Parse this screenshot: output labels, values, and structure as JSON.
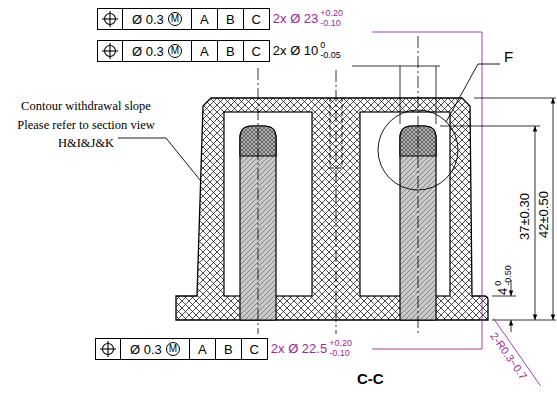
{
  "diagram": {
    "caption": "C-C",
    "nodes": [
      {
        "text": [
          "Ø 0.3",
          "M",
          "A",
          "B",
          "C"
        ]
      },
      {
        "text": [
          "Ø 0.3",
          "M",
          "A",
          "B",
          "C"
        ]
      },
      {
        "text": [
          "Ø 0.3",
          "M",
          "A",
          "B",
          "C"
        ]
      }
    ],
    "labels": [
      "2x Ø 23",
      "+0.20",
      "-0.10",
      "2x Ø 10",
      "0",
      "-0.05",
      "F",
      "Contour withdrawal slope Please refer to section view H&I&J&K",
      "2x Ø 22.5",
      "+0.20",
      "-0.10",
      "4",
      "0",
      "-0.50",
      "37±0.30",
      "42±0.50",
      "2-R0.3~0.7"
    ]
  }
}
